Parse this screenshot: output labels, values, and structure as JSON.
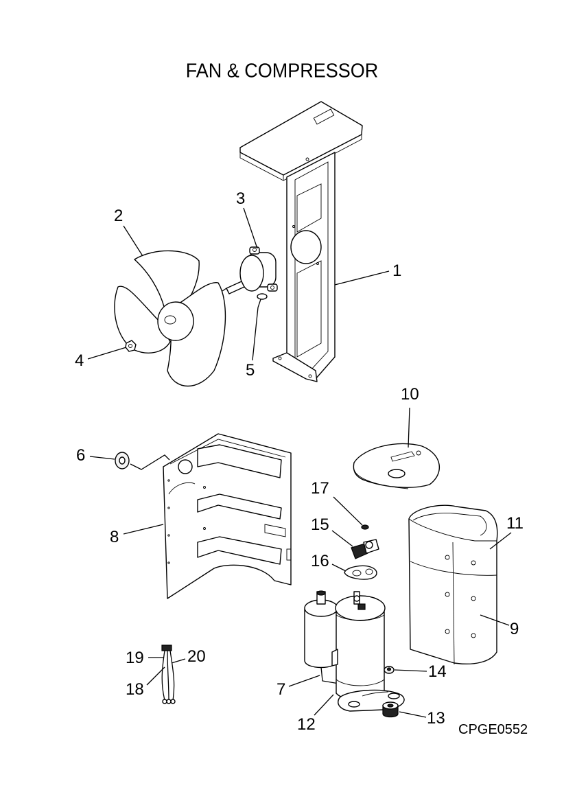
{
  "title": "FAN & COMPRESSOR",
  "drawing_code": "CPGE0552",
  "callouts": [
    "1",
    "2",
    "3",
    "4",
    "5",
    "6",
    "7",
    "8",
    "9",
    "10",
    "11",
    "12",
    "13",
    "14",
    "15",
    "16",
    "17",
    "18",
    "19",
    "20"
  ]
}
